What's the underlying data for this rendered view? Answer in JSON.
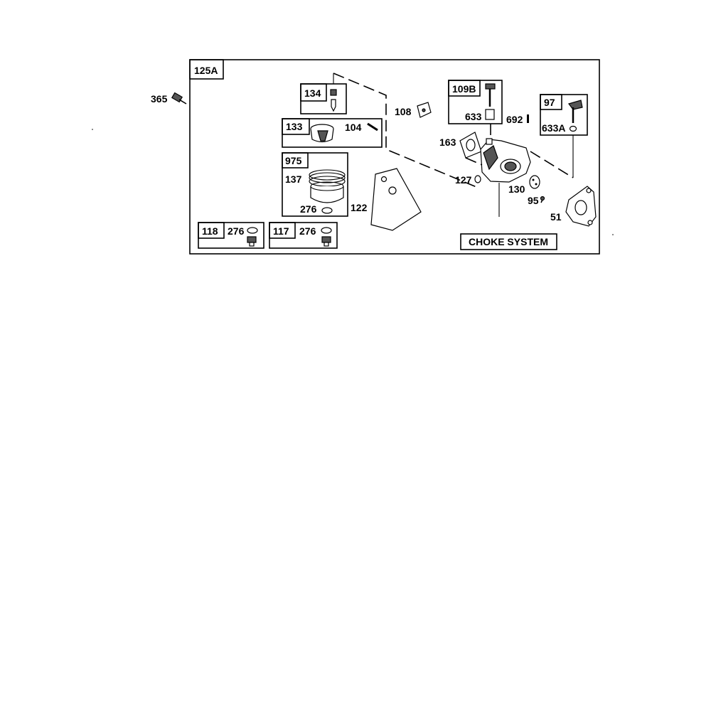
{
  "labels": {
    "main_group": "125A",
    "screw": "365",
    "needle_box": "134",
    "float_box": "133",
    "float_pin": "104",
    "bowl_box": "975",
    "bowl_gasket": "137",
    "bowl_washer": "276",
    "spacer": "122",
    "screw_box_1": "118",
    "washer_1": "276",
    "screw_box_2": "117",
    "washer_2": "276",
    "choke_valve": "108",
    "throttle_box": "109B",
    "throttle_seal": "633",
    "spring_pin": "692",
    "choke_box": "97",
    "choke_seal": "633A",
    "gasket": "163",
    "welch_plug": "127",
    "throttle_valve": "130",
    "valve_screw": "95",
    "intake_gasket": "51"
  },
  "choke_system_label": "CHOKE SYSTEM"
}
